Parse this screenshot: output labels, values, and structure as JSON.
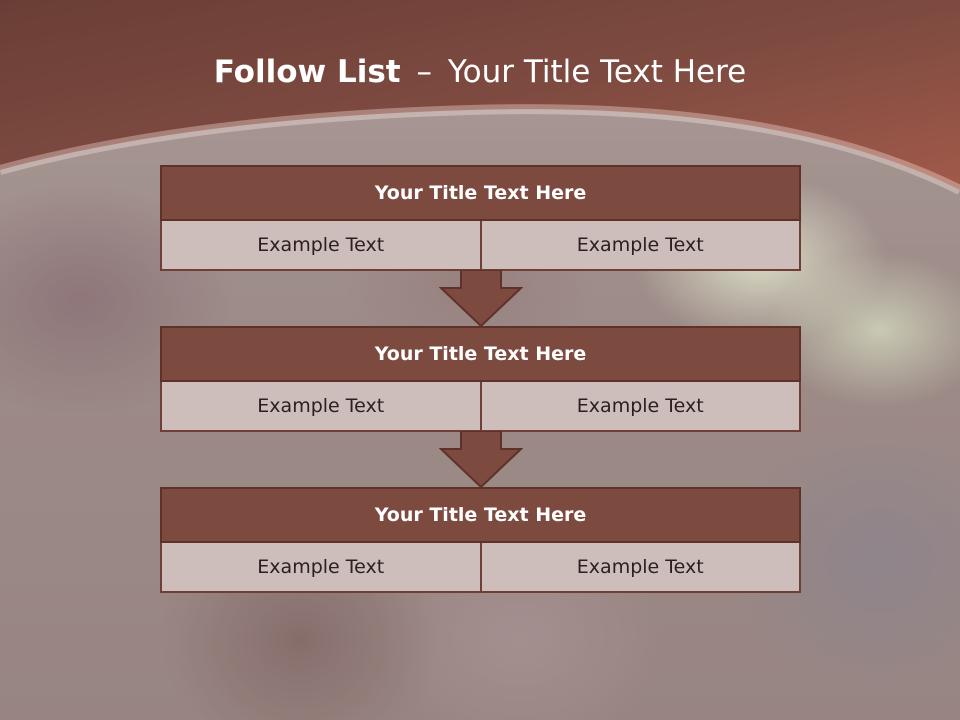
{
  "slide": {
    "title_bold": "Follow List",
    "title_sep": "–",
    "title_rest": "Your Title Text Here"
  },
  "blocks": [
    {
      "title": "Your Title Text Here",
      "left": "Example Text",
      "right": "Example Text"
    },
    {
      "title": "Your Title Text Here",
      "left": "Example Text",
      "right": "Example Text"
    },
    {
      "title": "Your Title Text Here",
      "left": "Example Text",
      "right": "Example Text"
    }
  ],
  "colors": {
    "header": "#7d4a3f",
    "cell": "#cdbebb",
    "border": "#5e3229"
  },
  "icons": [
    "down-arrow-icon"
  ]
}
